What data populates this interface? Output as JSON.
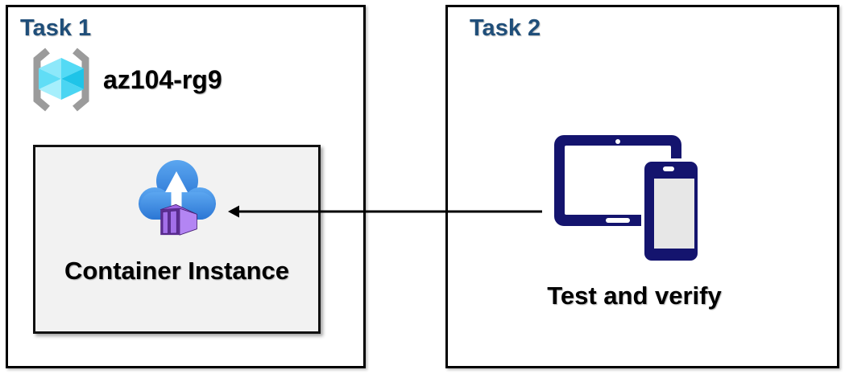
{
  "task1": {
    "title": "Task 1",
    "resource_group_name": "az104-rg9",
    "container_label": "Container Instance"
  },
  "task2": {
    "title": "Task 2",
    "caption": "Test and verify"
  },
  "icons": {
    "resource_group": "brackets-with-cyan-cube",
    "container_instance": "blue-cloud-upload-arrow-with-purple-container",
    "devices": "navy-tablet-and-phone"
  },
  "arrow": {
    "from": "task2-devices",
    "to": "container-instance-card",
    "direction": "right-to-left"
  },
  "colors": {
    "heading_blue": "#1F4E79",
    "text_black": "#000000",
    "box_border": "#000000",
    "card_background": "#F2F2F2",
    "device_navy": "#14146E",
    "device_screen_gray": "#E7E7E7",
    "cloud_blue_light": "#5BA6F0",
    "cloud_blue_dark": "#2B76D4",
    "container_purple_dark": "#5C2D91",
    "container_purple_mid": "#9E63E2",
    "container_purple_light": "#B385F3",
    "cube_cyan_light": "#8DE8FA",
    "cube_cyan_dark": "#1FC4E8",
    "bracket_gray": "#9B9B9B"
  }
}
